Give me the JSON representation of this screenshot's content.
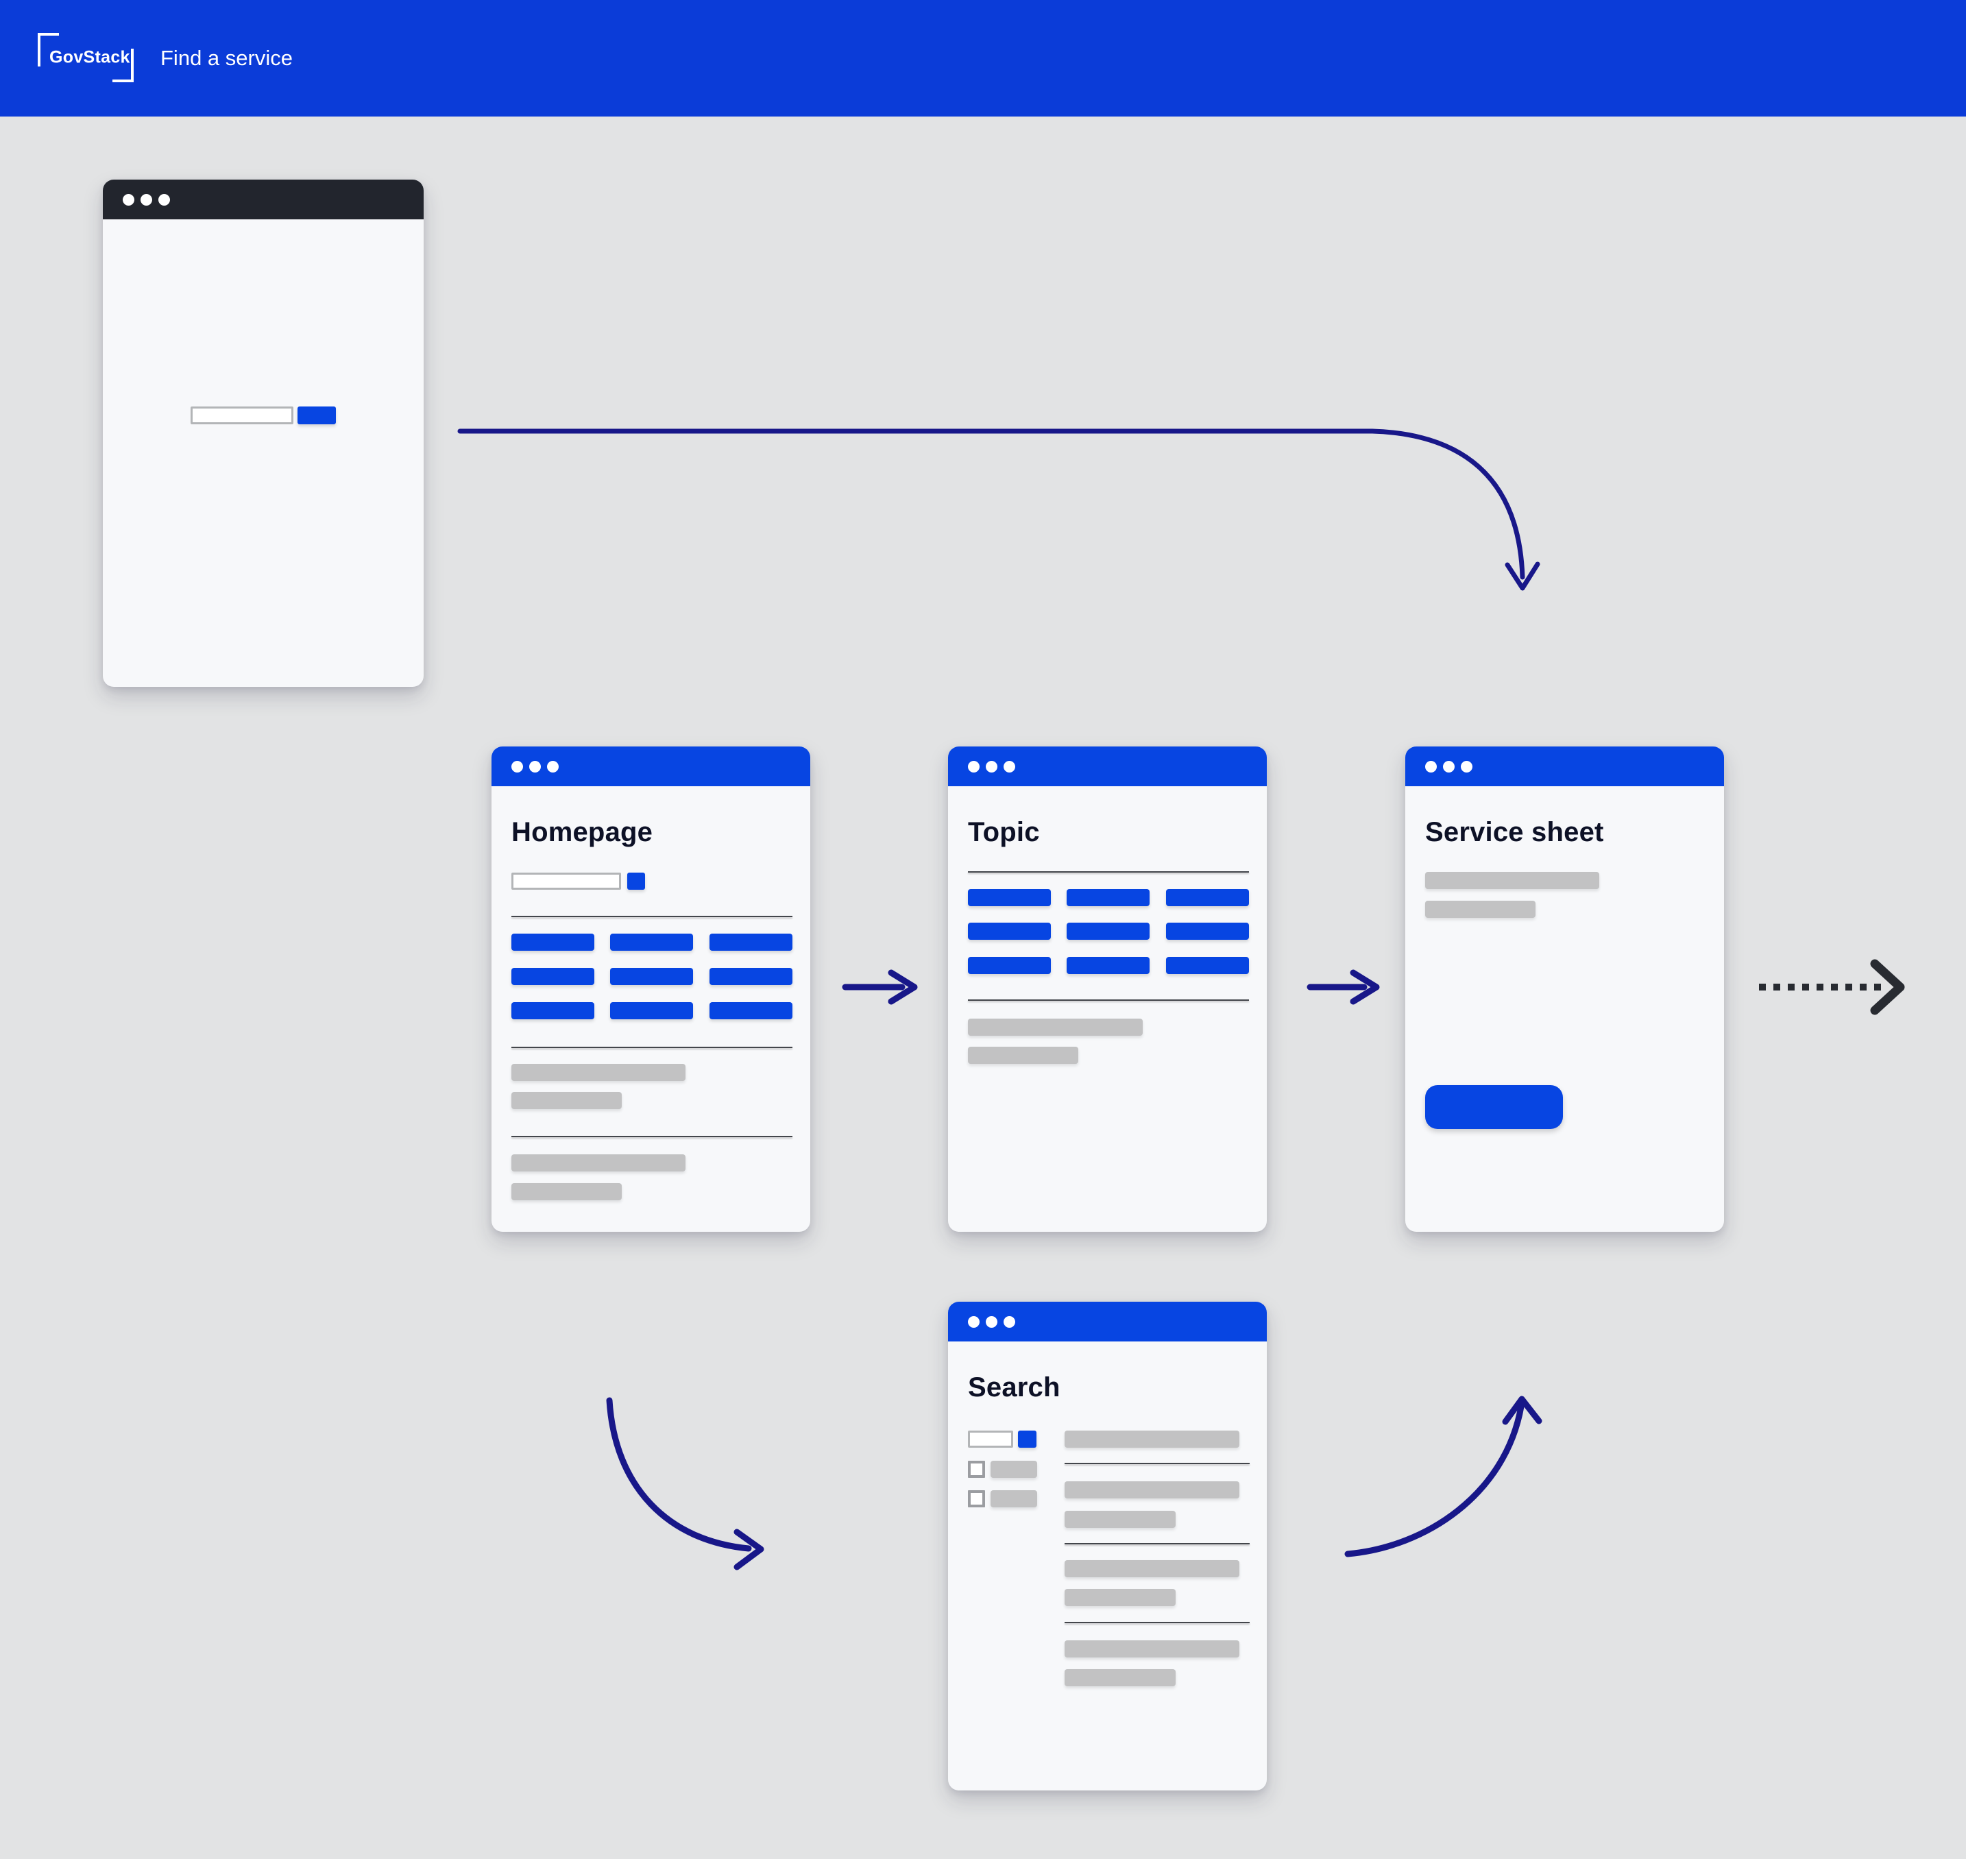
{
  "topbar": {
    "logo_text": "GovStack",
    "nav_label": "Find a service",
    "background": "#0B3CD8"
  },
  "windows": {
    "homepage": {
      "title": "Homepage"
    },
    "topic": {
      "title": "Topic"
    },
    "service_sheet": {
      "title": "Service sheet"
    },
    "search": {
      "title": "Search"
    }
  },
  "colors": {
    "canvas_background": "#E2E3E4",
    "accent_blue": "#0745E2",
    "start_window_header": "#22252D",
    "window_body": "#F7F8FA",
    "placeholder_gray": "#C2C2C3",
    "arrow_navy": "#181789",
    "dashed_arrow_dark": "#282B31",
    "title_text": "#0D1126"
  }
}
